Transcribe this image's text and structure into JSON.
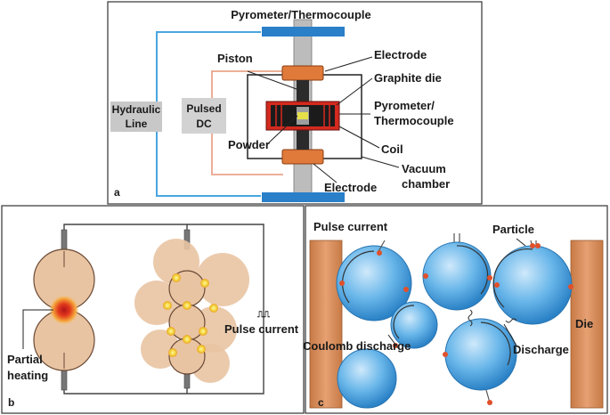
{
  "panel_a": {
    "letter": "a",
    "labels": {
      "pyrometer_top": "Pyrometer/Thermocouple",
      "electrode_top": "Electrode",
      "graphite_die": "Graphite die",
      "piston": "Piston",
      "pyrometer_side_1": "Pyrometer/",
      "pyrometer_side_2": "Thermocouple",
      "hydraulic_1": "Hydraulic",
      "hydraulic_2": "Line",
      "pulsed_1": "Pulsed",
      "pulsed_2": "DC",
      "powder": "Powder",
      "coil": "Coil",
      "vacuum_1": "Vacuum",
      "vacuum_2": "chamber",
      "electrode_bottom": "Electrode"
    }
  },
  "panel_b": {
    "letter": "b",
    "labels": {
      "partial_1": "Partial",
      "partial_2": "heating",
      "pulse_current": "Pulse current",
      "pulse_symbol": "⎍⎍"
    }
  },
  "panel_c": {
    "letter": "c",
    "labels": {
      "pulse_current": "Pulse current",
      "particle": "Particle",
      "die": "Die",
      "coulomb": "Coulomb discharge",
      "discharge": "Discharge"
    }
  },
  "colors": {
    "electrode": "#e07a3a",
    "press_blue": "#2a7fc9",
    "hydraulic_line": "#49a6e0",
    "pulsed_line": "#e9a58a",
    "column_gray": "#bcbcbc",
    "die_red": "#d42a1f",
    "particle_tan": "#e9c4a3",
    "sphere_blue": "#5aaee6",
    "die_orange": "#d98c58"
  }
}
